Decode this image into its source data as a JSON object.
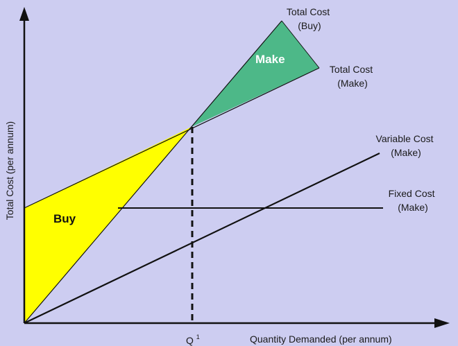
{
  "diagram": {
    "colors": {
      "background": "#cdcdf1",
      "axis": "#111111",
      "line": "#111111",
      "buy_region": "#ffff00",
      "make_region": "#4db888",
      "buy_label": "#111111",
      "make_label": "#ffffff"
    },
    "axes": {
      "y_label": "Total Cost (per annum)",
      "x_label": "Quantity Demanded (per annum)",
      "x_marker": "Q",
      "x_marker_sup": "1"
    },
    "lines": {
      "total_cost_buy": [
        "Total Cost",
        "(Buy)"
      ],
      "total_cost_make": [
        "Total Cost",
        "(Make)"
      ],
      "variable_cost_make": [
        "Variable Cost",
        "(Make)"
      ],
      "fixed_cost_make": [
        "Fixed Cost",
        "(Make)"
      ]
    },
    "regions": {
      "buy": "Buy",
      "make": "Make"
    }
  }
}
